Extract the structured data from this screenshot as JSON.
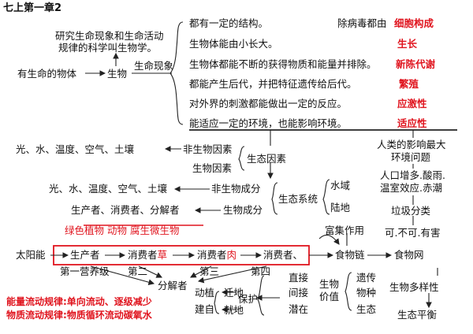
{
  "header": "七上第一章2",
  "top": {
    "study": "研究生命现象和生命活动",
    "study2": "规律的科学叫生物学。",
    "has_life": "有生命的物体",
    "organism": "生物",
    "life_phen": "生命现象",
    "f1": "都有一定的结构。",
    "f1b": "除病毒都由",
    "f1c": "细胞构成",
    "f2": "生物体能由小长大。",
    "f2r": "生长",
    "f3": "生物体都能不断的获得物质和能量并排除。",
    "f3r": "新陈代谢",
    "f4": "都能产生后代，并把特征遗传给后代。",
    "f4r": "繁殖",
    "f5": "对外界的刺激都能做出一定的反应。",
    "f5r": "应激性",
    "f6": "能适应一定的环境，也能影响环境。",
    "f6r": "适应性"
  },
  "factors": {
    "abiotic_list": "光、水、温度、空气、土壤",
    "abiotic": "非生物因素",
    "biotic": "生物因素",
    "eco_factors": "生态因素"
  },
  "human": {
    "impact": "人类的影响最大",
    "env": "环境问题",
    "problems1": "人口增多.酸雨.",
    "problems2": "温室效应.赤潮",
    "garbage": "垃圾分类",
    "kinds": "可.不可.有害"
  },
  "system": {
    "list": "光、水、温度、空气、土壤",
    "abiotic": "非生物成分",
    "roles": "生产者、消费者、分解者",
    "biotic": "生物成分",
    "eco_system": "生态系统",
    "water": "水域",
    "land": "陆地",
    "examples": "绿色植物    动物  腐生微生物",
    "enrich": "富集作用"
  },
  "chain": {
    "sun": "太阳能",
    "producer": "生产者",
    "c1": "消费者",
    "c1r": "草",
    "c2": "消费者",
    "c2r": "肉",
    "c3": "消费者、",
    "food_chain": "食物链",
    "food_web": "食物网",
    "level1": "第一营养级",
    "level2": "第二",
    "level3": "第三",
    "level4": "第四",
    "decomposer": "分解者"
  },
  "bottom": {
    "energy": "能量流动规律:单向流动、逐级减少",
    "matter": "物质流动规律:物质循环流动碳氧水",
    "zoo": "动植",
    "build": "建自",
    "ex_situ": "迁地",
    "in_situ": "就地",
    "protect": "保护",
    "direct": "直接",
    "indirect": "间接",
    "potential": "潜在",
    "bio_value1": "生物",
    "bio_value2": "价值",
    "gene1": "遗传",
    "gene2": "物种",
    "gene3": "生态",
    "diversity": "生物多样性",
    "balance": "生态平衡"
  },
  "colors": {
    "accent_red": "#e0141e",
    "box_border": "#e0141e"
  }
}
